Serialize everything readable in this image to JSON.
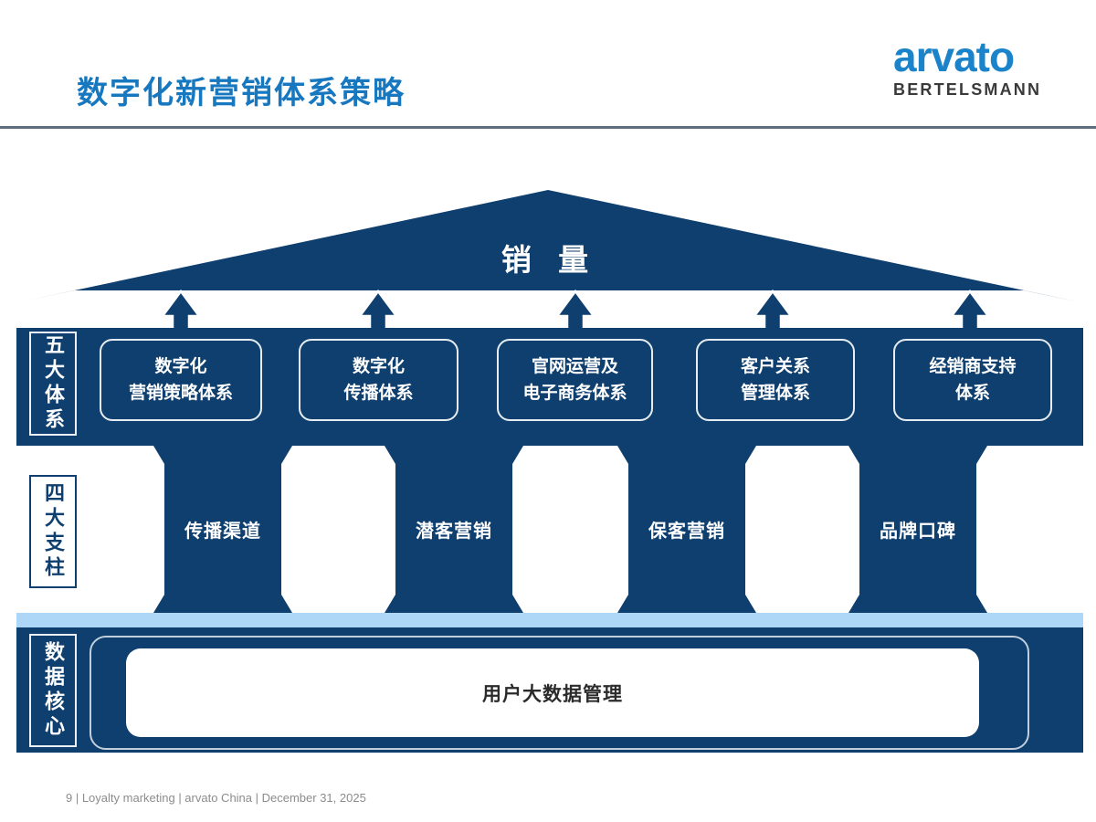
{
  "header": {
    "title": "数字化新营销体系策略",
    "logo": {
      "brand": "arvato",
      "sub_brand": "BERTELSMANN"
    }
  },
  "diagram": {
    "roof_label": "销 量",
    "row_labels": {
      "systems": "五大体系",
      "pillars": "四大支柱",
      "data_core": "数据核心"
    },
    "systems": [
      {
        "line1": "数字化",
        "line2": "营销策略体系"
      },
      {
        "line1": "数字化",
        "line2": "传播体系"
      },
      {
        "line1": "官网运营及",
        "line2": "电子商务体系"
      },
      {
        "line1": "客户关系",
        "line2": "管理体系"
      },
      {
        "line1": "经销商支持",
        "line2": "体系"
      }
    ],
    "pillars": [
      {
        "label": "传播渠道"
      },
      {
        "label": "潜客营销"
      },
      {
        "label": "保客营销"
      },
      {
        "label": "品牌口碑"
      }
    ],
    "data_core_label": "用户大数据管理"
  },
  "footer": {
    "text": "9 | Loyalty marketing | arvato China | December 31, 2025"
  },
  "colors": {
    "navy": "#0e3f6f",
    "light_blue": "#aed6f7",
    "title_blue": "#1878bf",
    "logo_blue": "#1b83c9",
    "rule_gray": "#5f6e7d"
  }
}
